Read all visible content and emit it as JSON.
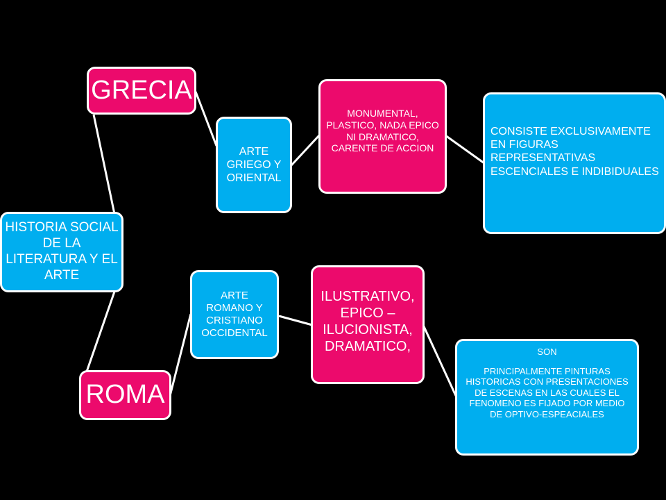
{
  "colors": {
    "background": "#000000",
    "blue": "#00aeef",
    "pink": "#ec0a6c",
    "border": "#ffffff"
  },
  "nodes": {
    "root": "HISTORIA SOCIAL DE LA LITERATURA Y EL ARTE",
    "grecia": "GRECIA",
    "roma": "ROMA",
    "arte_griego": "ARTE GRIEGO Y ORIENTAL",
    "arte_romano": "ARTE ROMANO Y CRISTIANO OCCIDENTAL",
    "grecia_rasgos": "MONUMENTAL, PLASTICO, NADA EPICO NI DRAMATICO, CARENTE DE ACCION",
    "roma_rasgos": "ILUSTRATIVO, EPICO – ILUCIONISTA, DRAMATICO,",
    "grecia_desc": "CONSISTE EXCLUSIVAMENTE EN FIGURAS REPRESENTATIVAS ESCENCIALES E INDIBIDUALES",
    "roma_desc_title": "SON",
    "roma_desc_body": "PRINCIPALMENTE PINTURAS HISTORICAS CON PRESENTACIONES DE ESCENAS EN LAS CUALES EL FENOMENO ES FIJADO POR MEDIO  DE OPTIVO-ESPEACIALES"
  }
}
